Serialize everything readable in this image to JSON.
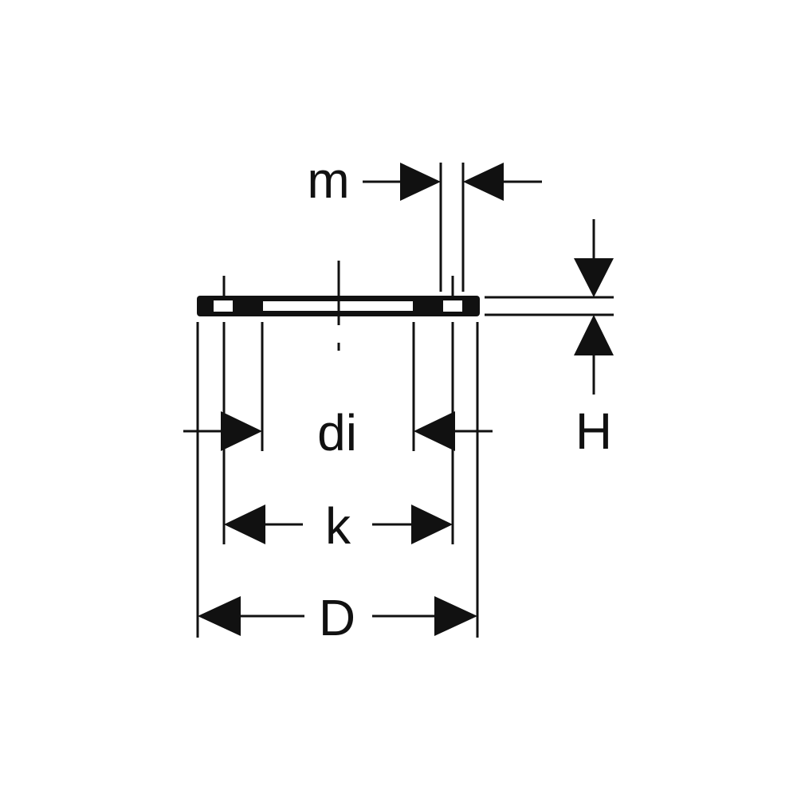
{
  "labels": {
    "m": "m",
    "H": "H",
    "di": "di",
    "k": "k",
    "D": "D"
  },
  "colors": {
    "ink": "#111111",
    "background": "#ffffff"
  }
}
